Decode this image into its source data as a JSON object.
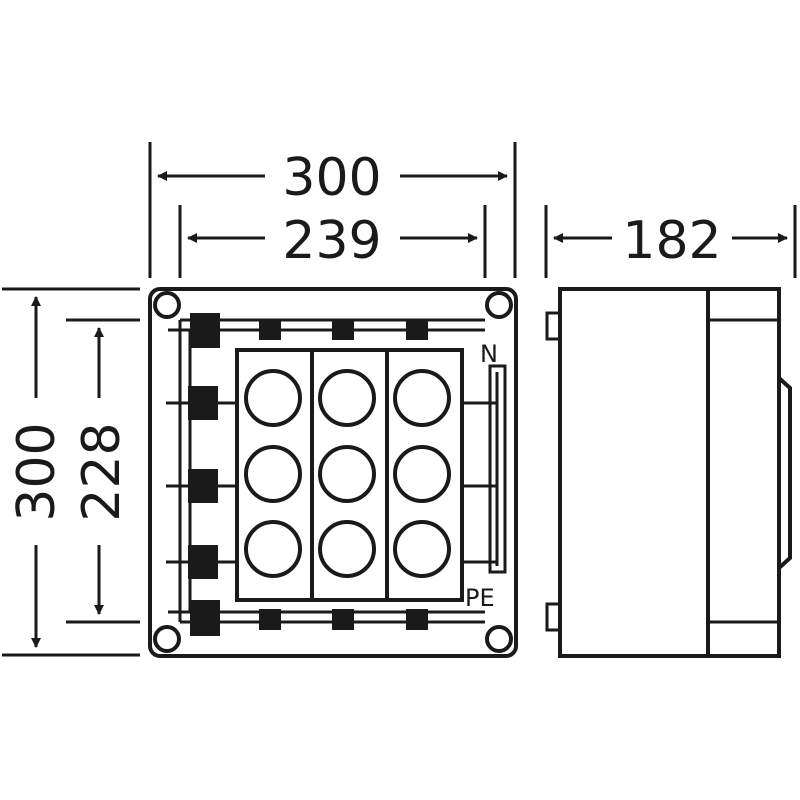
{
  "dimensions": {
    "outer_width": "300",
    "inner_width": "239",
    "depth": "182",
    "outer_height": "300",
    "inner_height": "228"
  },
  "labels": {
    "neutral": "N",
    "protective_earth": "PE"
  },
  "colors": {
    "ink": "#1a1a1a",
    "background": "#ffffff"
  }
}
